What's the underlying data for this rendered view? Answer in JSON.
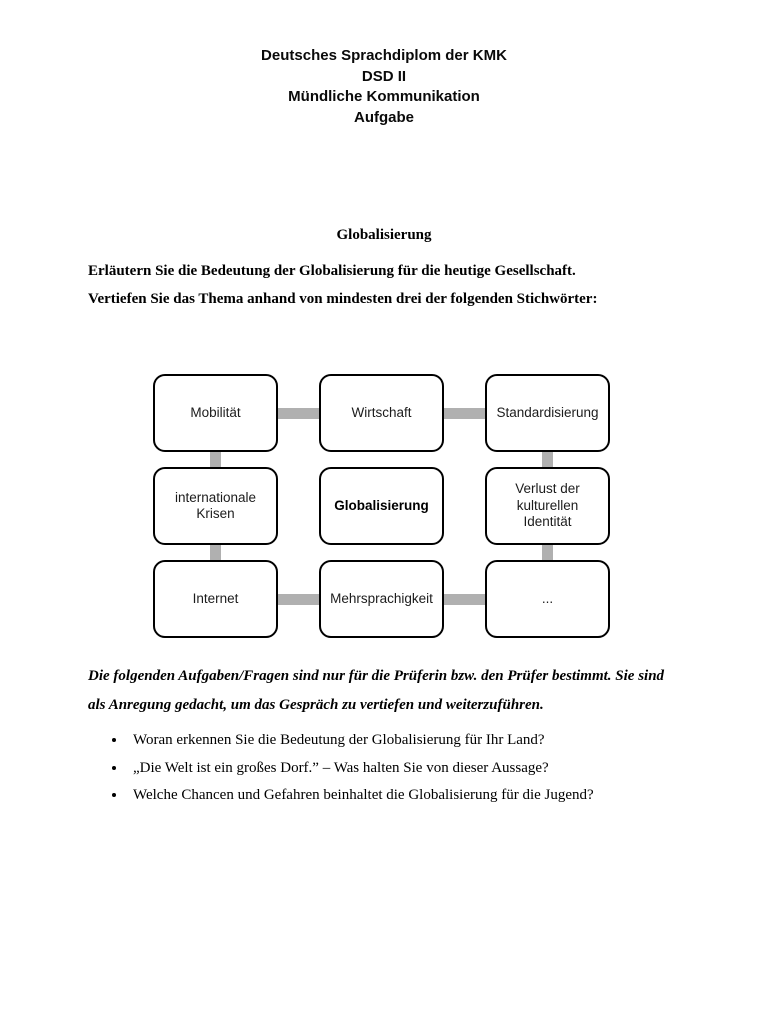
{
  "header": {
    "lines": [
      "Deutsches Sprachdiplom der KMK",
      "DSD II",
      "Mündliche Kommunikation",
      "Aufgabe"
    ]
  },
  "body": {
    "section_title": "Globalisierung",
    "instructions": [
      "Erläutern Sie die Bedeutung der Globalisierung für die heutige Gesellschaft.",
      "Vertiefen Sie das Thema anhand von mindesten drei der folgenden Stichwörter:"
    ],
    "examiner_note": "Die folgenden Aufgaben/Fragen sind nur für die Prüferin bzw. den Prüfer bestimmt. Sie sind als Anregung gedacht, um das Gespräch zu vertiefen und weiterzuführen.",
    "questions": [
      "Woran erkennen Sie die Bedeutung der Globalisierung für Ihr Land?",
      "„Die Welt ist ein großes Dorf.” – Was halten Sie von dieser Aussage?",
      "Welche Chancen und Gefahren beinhaltet die Globalisierung für die Jugend?"
    ]
  },
  "diagram": {
    "cells": [
      "Mobilität",
      "Wirtschaft",
      "Standardisierung",
      "internationale Krisen",
      "Globalisierung",
      "Verlust der kulturellen Identität",
      "Internet",
      "Mehrsprachigkeit",
      "..."
    ],
    "connector_color": "#b0b0b0",
    "box_border_color": "#000000"
  }
}
